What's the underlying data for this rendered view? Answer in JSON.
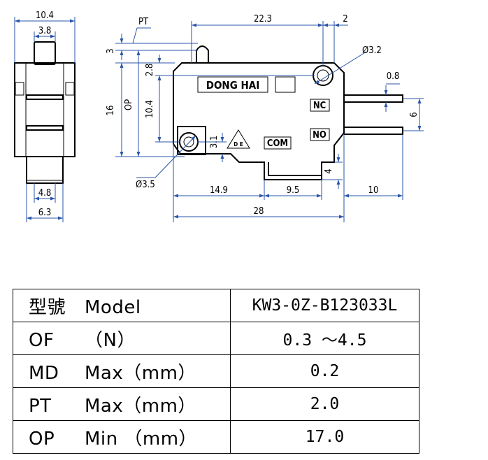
{
  "drawing": {
    "brand": "DONG HAI",
    "terminals": {
      "nc": "NC",
      "no": "NO",
      "com": "COM"
    },
    "approval_mark": "D E",
    "callouts": {
      "pt": "PT",
      "op": "OP"
    },
    "dims": {
      "d10_4_top": "10.4",
      "d3_8": "3.8",
      "d4_8": "4.8",
      "d6_3": "6.3",
      "d22_3": "22.3",
      "d2": "2",
      "d3_2": "Ø3.2",
      "d0_8": "0.8",
      "d6": "6",
      "d3": "3",
      "d2_8": "2.8",
      "d16": "16",
      "d10_4_side": "10.4",
      "d3_1": "3.1",
      "d3_5": "Ø3.5",
      "d4": "4",
      "d14_9": "14.9",
      "d9_5": "9.5",
      "d10": "10",
      "d28": "28"
    }
  },
  "table": {
    "rows": [
      {
        "param": "型號",
        "unit": "Model",
        "value": "KW3-0Z-B123033L"
      },
      {
        "param": "OF",
        "unit": "（N）",
        "value": "0.3 ～4.5"
      },
      {
        "param": "MD",
        "unit": "Max（mm）",
        "value": "0.2"
      },
      {
        "param": "PT",
        "unit": "Max（mm）",
        "value": "2.0"
      },
      {
        "param": "OP",
        "unit": "Min （mm）",
        "value": "17.0"
      }
    ]
  }
}
